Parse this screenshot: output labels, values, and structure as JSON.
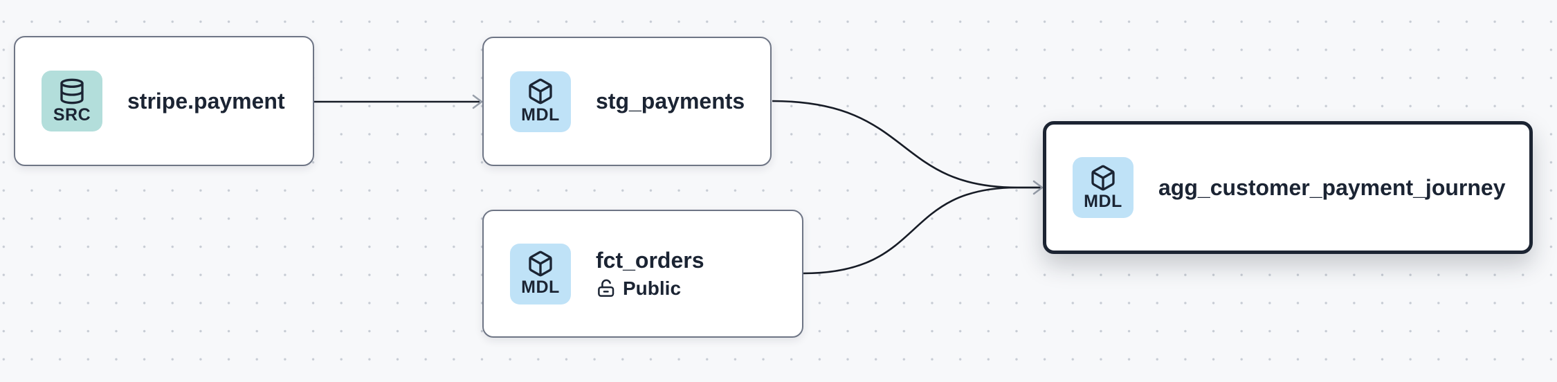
{
  "app": "lineage-graph-canvas",
  "colors": {
    "canvas_bg": "#f7f8fa",
    "dot": "#c7ccd4",
    "node_bg": "#ffffff",
    "node_border": "#6e7585",
    "selected_border": "#1c2432",
    "edge": "#171c26",
    "arrow": "#99a0ab",
    "text": "#1b2433",
    "badge_src_bg": "#b3dedb",
    "badge_mdl_bg": "#bfe2f7"
  },
  "nodes": [
    {
      "id": "stripe.payment",
      "title": "stripe.payment",
      "type": "source",
      "selected": false,
      "badge": {
        "label": "SRC",
        "icon": "database-icon",
        "bg": "#b3dedb"
      }
    },
    {
      "id": "stg_payments",
      "title": "stg_payments",
      "type": "model",
      "selected": false,
      "badge": {
        "label": "MDL",
        "icon": "cube-icon",
        "bg": "#bfe2f7"
      }
    },
    {
      "id": "fct_orders",
      "title": "fct_orders",
      "type": "model",
      "selected": false,
      "badge": {
        "label": "MDL",
        "icon": "cube-icon",
        "bg": "#bfe2f7"
      },
      "subtitle": {
        "icon": "lock-open-icon",
        "label": "Public"
      }
    },
    {
      "id": "agg_customer_payment_journey",
      "title": "agg_customer_payment_journey",
      "type": "model",
      "selected": true,
      "badge": {
        "label": "MDL",
        "icon": "cube-icon",
        "bg": "#bfe2f7"
      }
    }
  ],
  "edges": [
    {
      "source": "stripe.payment",
      "target": "stg_payments"
    },
    {
      "source": "stg_payments",
      "target": "agg_customer_payment_journey"
    },
    {
      "source": "fct_orders",
      "target": "agg_customer_payment_journey"
    }
  ]
}
